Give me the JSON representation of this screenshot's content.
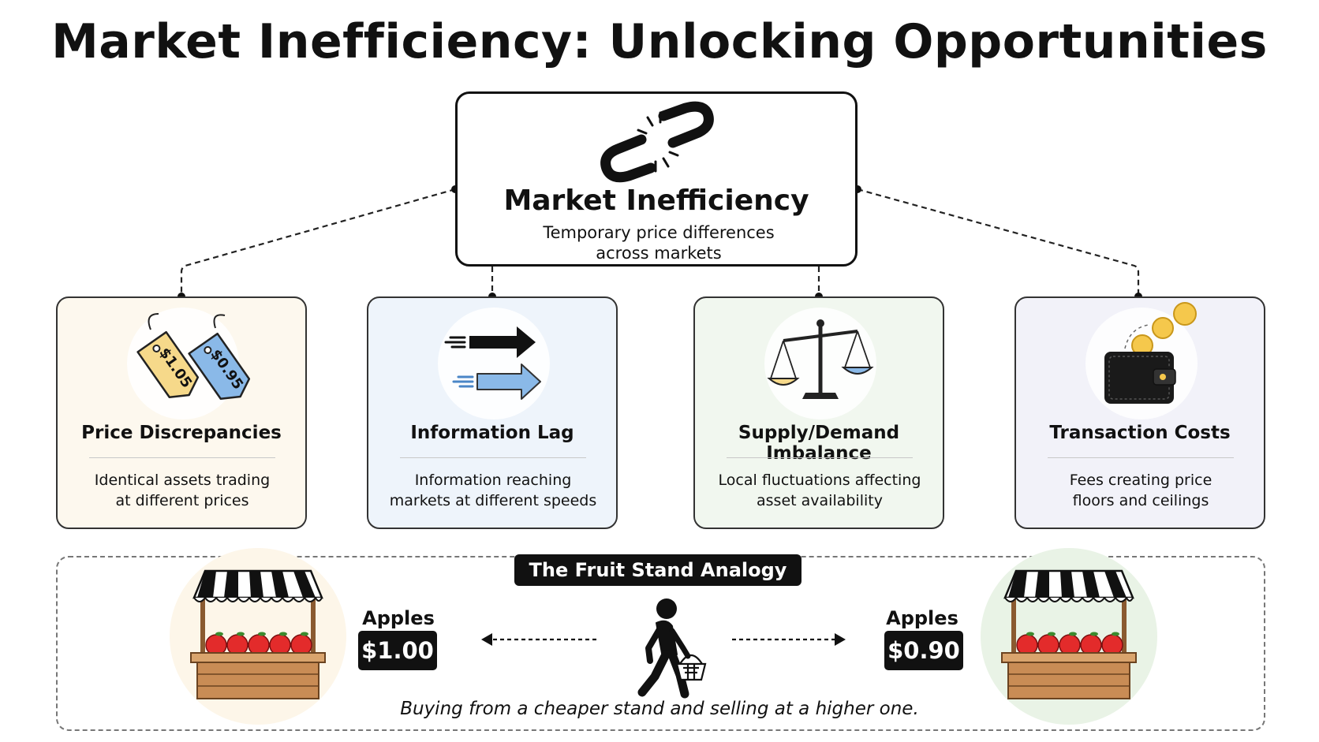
{
  "title": "Market Inefficiency: Unlocking Opportunities",
  "central": {
    "title": "Market Inefficiency",
    "description_line1": "Temporary price differences",
    "description_line2": "across markets",
    "icon": "broken-chain-icon"
  },
  "cards": [
    {
      "title": "Price Discrepancies",
      "desc_line1": "Identical assets trading",
      "desc_line2": "at different prices",
      "icon": "price-tags-icon",
      "tag1": "$1.05",
      "tag2": "$0.95",
      "bg": "#fdf8ee"
    },
    {
      "title": "Information Lag",
      "desc_line1": "Information reaching",
      "desc_line2": "markets at different speeds",
      "icon": "speed-arrows-icon",
      "bg": "#eef4fb"
    },
    {
      "title": "Supply/Demand Imbalance",
      "desc_line1": "Local fluctuations affecting",
      "desc_line2": "asset availability",
      "icon": "balance-scale-icon",
      "bg": "#f1f7ef"
    },
    {
      "title": "Transaction Costs",
      "desc_line1": "Fees creating price",
      "desc_line2": "floors and ceilings",
      "icon": "wallet-coins-icon",
      "bg": "#f2f2f9"
    }
  ],
  "analogy": {
    "title": "The Fruit Stand Analogy",
    "left_stand": {
      "label": "Apples",
      "price": "$1.00",
      "circle_color": "#fdf6e9"
    },
    "right_stand": {
      "label": "Apples",
      "price": "$0.90",
      "circle_color": "#e9f3e6"
    },
    "caption": "Buying from a cheaper stand and selling at a higher one."
  },
  "colors": {
    "yellow": "#f6d98a",
    "blue": "#8ab9e8",
    "apple_red": "#e32b2b",
    "wood": "#c98c55",
    "coin": "#f5c84c"
  }
}
